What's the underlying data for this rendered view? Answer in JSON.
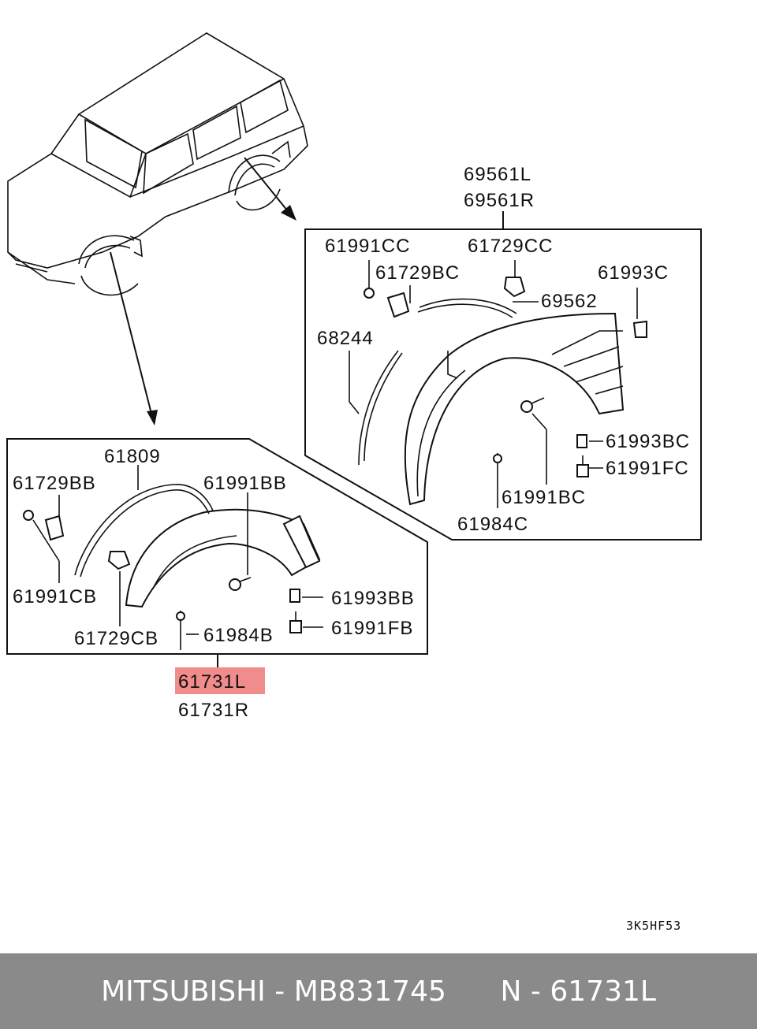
{
  "diagram": {
    "labels": {
      "p69561L": "69561L",
      "p69561R": "69561R",
      "p61991CC": "61991CC",
      "p61729CC": "61729CC",
      "p61729BC": "61729BC",
      "p61993C": "61993C",
      "p69562": "69562",
      "p68244": "68244",
      "p61993BC": "61993BC",
      "p61991FC": "61991FC",
      "p61991BC": "61991BC",
      "p61984C": "61984C",
      "p61809": "61809",
      "p61729BB": "61729BB",
      "p61991BB": "61991BB",
      "p61991CB": "61991CB",
      "p61993BB": "61993BB",
      "p61991FB": "61991FB",
      "p61729CB": "61729CB",
      "p61984B": "61984B",
      "p61731L": "61731L",
      "p61731R": "61731R"
    },
    "highlight_color": "#f08c8c",
    "image_code": "3K5HF53"
  },
  "footer": {
    "brand": "MITSUBISHI",
    "sep1": " - ",
    "part_number": "MB831745",
    "gap": "      ",
    "ref": "N - 61731L",
    "background": "#8a8a8a"
  }
}
